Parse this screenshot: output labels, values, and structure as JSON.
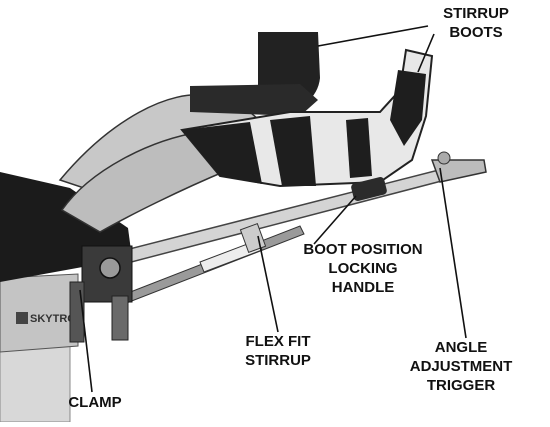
{
  "labels": {
    "stirrup_boots": [
      "STIRRUP",
      "BOOTS"
    ],
    "boot_position_locking_handle": [
      "BOOT POSITION",
      "LOCKING",
      "HANDLE"
    ],
    "flex_fit_stirrup": [
      "FLEX FIT",
      "STIRRUP"
    ],
    "angle_adjustment_trigger": [
      "ANGLE",
      "ADJUSTMENT",
      "TRIGGER"
    ],
    "clamp": [
      "CLAMP"
    ]
  },
  "table_brand": "SKYTRON"
}
